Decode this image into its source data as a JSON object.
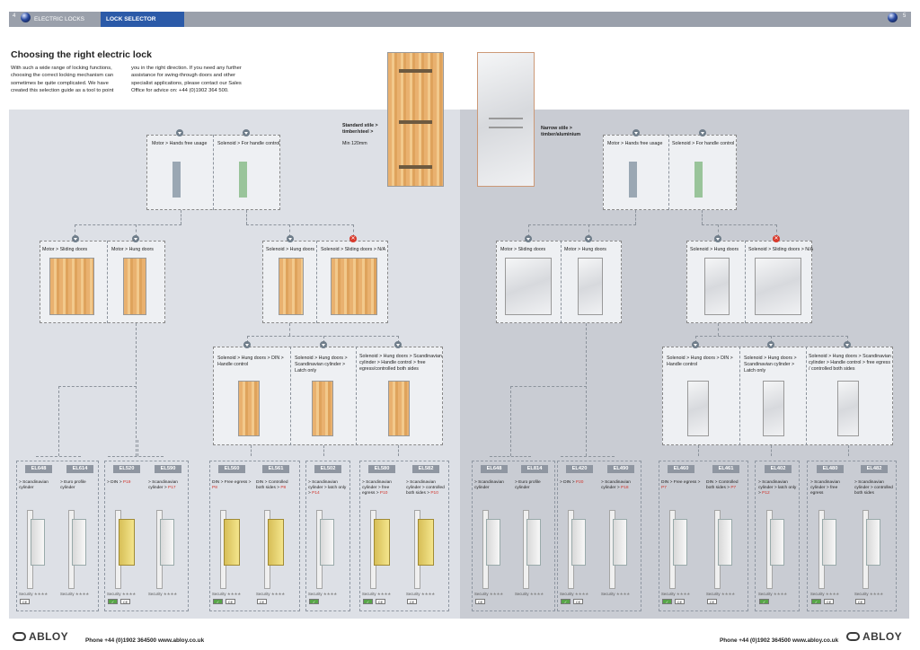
{
  "header": {
    "left_page_number": "4",
    "right_page_number": "5",
    "tab_1": "ELECTRIC LOCKS",
    "tab_2": "LOCK SELECTOR"
  },
  "title": "Choosing the right electric lock",
  "intro_col_1": "With such a wide range of locking functions, choosing the correct locking mechanism can sometimes be quite complicated. We have created this selection guide as a tool to point",
  "intro_col_2": "you in the right direction. If you need any further assistance for swing-through doors and other specialist applications, please contact our Sales Office for advice on: +44 (0)1902 364 500.",
  "left_stile": {
    "label": "Standard stile > timber/steel >",
    "sub": "Min 120mm"
  },
  "right_stile": {
    "label": "Narrow stile > timber/aluminium"
  },
  "level1": {
    "motor": "Motor > Hands free usage",
    "solenoid": "Solenoid > For handle control"
  },
  "level2": {
    "motor_sliding": "Motor > Sliding doors",
    "motor_hung": "Motor > Hung doors",
    "solenoid_hung": "Solenoid > Hung doors",
    "solenoid_sliding": "Solenoid > Sliding doors > N/A"
  },
  "level3": {
    "din": "Solenoid > Hung doors > DIN > Handle control",
    "scand_latch": "Solenoid > Hung doors > Scandinavian cylinder > Latch only",
    "scand_left": "Solenoid > Hung doors > Scandinavian cylinder > Handle control > free egress/controlled both sides",
    "scand_right": "Solenoid > Hung doors > Scandinavian cylinder > Handle control > free egress / controlled both sides"
  },
  "products_left": [
    {
      "code": "EL648",
      "desc": "> Scandinavian cylinder",
      "page": "",
      "security": "Security",
      "badges": [
        "CE"
      ]
    },
    {
      "code": "EL614",
      "desc": "> Euro profile cylinder",
      "page": "",
      "security": "Security",
      "badges": []
    },
    {
      "code": "EL520",
      "desc": "> DIN > ",
      "page": "P19",
      "security": "Security",
      "badges": [
        "✓",
        "CE"
      ]
    },
    {
      "code": "EL590",
      "desc": "> Scandinavian cylinder > ",
      "page": "P17",
      "security": "Security",
      "badges": []
    },
    {
      "code": "EL560",
      "desc": "DIN > Free egress > ",
      "page": "P8",
      "security": "Security",
      "badges": [
        "✓",
        "CE"
      ]
    },
    {
      "code": "EL561",
      "desc": "DIN > Controlled both sides > ",
      "page": "P8",
      "security": "Security",
      "badges": [
        "CE"
      ]
    },
    {
      "code": "EL502",
      "desc": "> Scandinavian cylinder > latch only > ",
      "page": "P14",
      "security": "Security",
      "badges": [
        "✓"
      ]
    },
    {
      "code": "EL580",
      "desc": "> Scandinavian cylinder > free egress > ",
      "page": "P10",
      "security": "Security",
      "badges": [
        "✓",
        "CE"
      ]
    },
    {
      "code": "EL582",
      "desc": "> Scandinavian cylinder > controlled both sides > ",
      "page": "P10",
      "security": "Security",
      "badges": [
        "CE"
      ]
    }
  ],
  "products_right": [
    {
      "code": "EL648",
      "desc": "> Scandinavian cylinder",
      "page": "",
      "security": "Security",
      "badges": [
        "CE"
      ]
    },
    {
      "code": "EL814",
      "desc": "> Euro profile cylinder",
      "page": "",
      "security": "Security",
      "badges": []
    },
    {
      "code": "EL420",
      "desc": "> DIN > ",
      "page": "P20",
      "security": "Security",
      "badges": [
        "✓",
        "CE"
      ]
    },
    {
      "code": "EL490",
      "desc": "> Scandinavian cylinder > ",
      "page": "P18",
      "security": "Security",
      "badges": []
    },
    {
      "code": "EL460",
      "desc": "DIN > Free egress > ",
      "page": "P7",
      "security": "Security",
      "badges": [
        "✓",
        "CE"
      ]
    },
    {
      "code": "EL461",
      "desc": "DIN > Controlled both sides > ",
      "page": "P7",
      "security": "Security",
      "badges": [
        "CE"
      ]
    },
    {
      "code": "EL402",
      "desc": "> Scandinavian cylinder > latch only > ",
      "page": "P12",
      "security": "Security",
      "badges": [
        "✓"
      ]
    },
    {
      "code": "EL480",
      "desc": "> Scandinavian cylinder > free egress",
      "page": "",
      "security": "Security",
      "badges": [
        "✓",
        "CE"
      ]
    },
    {
      "code": "EL482",
      "desc": "> Scandinavian cylinder > controlled both sides",
      "page": "",
      "security": "Security",
      "badges": [
        "CE"
      ]
    }
  ],
  "footer": {
    "brand": "ABLOY",
    "phone": "Phone +44 (0)1902 364500",
    "web": "www.abloy.co.uk"
  }
}
